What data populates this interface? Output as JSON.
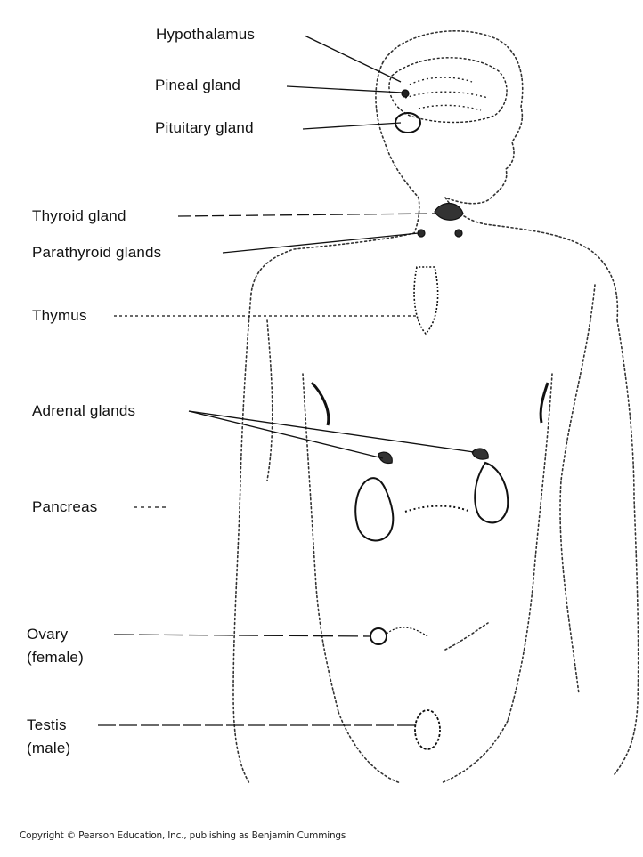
{
  "labels": {
    "hypothalamus": "Hypothalamus",
    "pineal": "Pineal gland",
    "pituitary": "Pituitary gland",
    "thyroid": "Thyroid gland",
    "parathyroid": "Parathyroid glands",
    "thymus": "Thymus",
    "adrenal": "Adrenal glands",
    "pancreas": "Pancreas",
    "ovary_1": "Ovary",
    "ovary_2": "(female)",
    "testis_1": "Testis",
    "testis_2": "(male)"
  },
  "copyright": "Copyright © Pearson Education, Inc., publishing as Benjamin Cummings"
}
